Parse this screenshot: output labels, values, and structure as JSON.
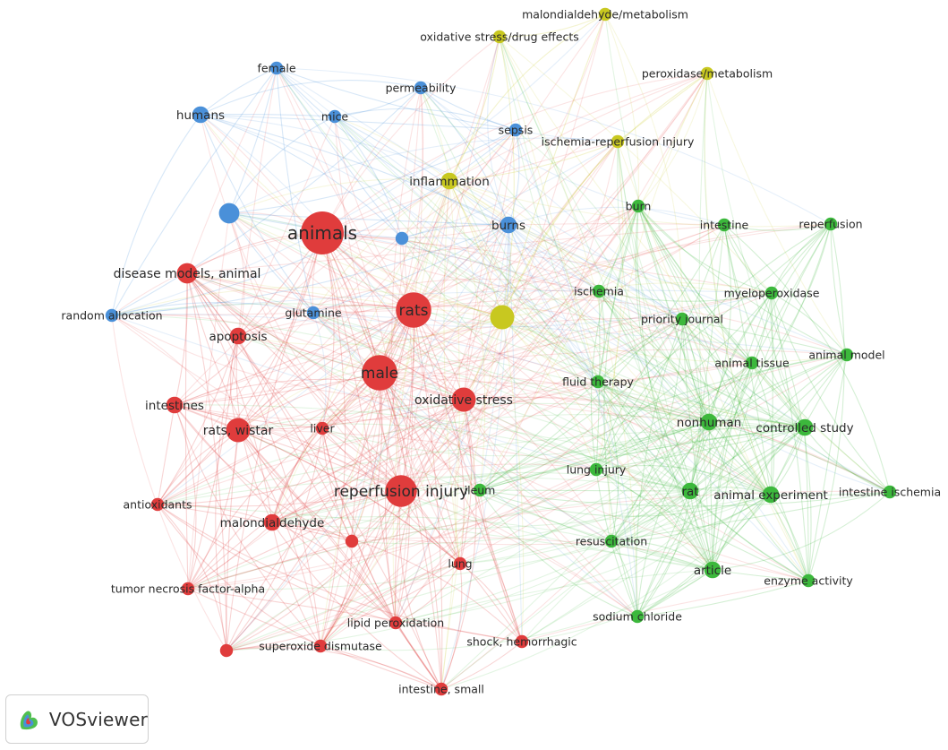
{
  "colors": {
    "cluster_red": "#e03c3c",
    "cluster_green": "#3cb83c",
    "cluster_blue": "#4a90d9",
    "cluster_yellow": "#c8c820",
    "label": "#2a2a2a",
    "background": "#ffffff"
  },
  "branding": {
    "logo_icon": "vosviewer-logo-icon",
    "label": "VOSviewer"
  },
  "nodes": [
    {
      "label": "animals",
      "cluster": "red",
      "weight": 10
    },
    {
      "label": "rats",
      "cluster": "red",
      "weight": 8
    },
    {
      "label": "male",
      "cluster": "red",
      "weight": 8
    },
    {
      "label": "reperfusion injury",
      "cluster": "red",
      "weight": 7
    },
    {
      "label": "disease models, animal",
      "cluster": "red",
      "weight": 4
    },
    {
      "label": "apoptosis",
      "cluster": "red",
      "weight": 3
    },
    {
      "label": "glutamine",
      "cluster": "blue",
      "weight": 2
    },
    {
      "label": "intestines",
      "cluster": "red",
      "weight": 3
    },
    {
      "label": "rats, wistar",
      "cluster": "red",
      "weight": 5
    },
    {
      "label": "liver",
      "cluster": "red",
      "weight": 2
    },
    {
      "label": "oxidative stress",
      "cluster": "red",
      "weight": 5
    },
    {
      "label": "antioxidants",
      "cluster": "red",
      "weight": 2
    },
    {
      "label": "malondialdehyde",
      "cluster": "red",
      "weight": 3
    },
    {
      "label": "",
      "cluster": "red",
      "weight": 2
    },
    {
      "label": "lung",
      "cluster": "red",
      "weight": 2
    },
    {
      "label": "tumor necrosis factor-alpha",
      "cluster": "red",
      "weight": 2
    },
    {
      "label": "lipid peroxidation",
      "cluster": "red",
      "weight": 2
    },
    {
      "label": "",
      "cluster": "red",
      "weight": 2
    },
    {
      "label": "superoxide dismutase",
      "cluster": "red",
      "weight": 2
    },
    {
      "label": "shock, hemorrhagic",
      "cluster": "red",
      "weight": 2
    },
    {
      "label": "intestine, small",
      "cluster": "red",
      "weight": 2
    },
    {
      "label": "female",
      "cluster": "blue",
      "weight": 2
    },
    {
      "label": "humans",
      "cluster": "blue",
      "weight": 3
    },
    {
      "label": "mice",
      "cluster": "blue",
      "weight": 2
    },
    {
      "label": "permeability",
      "cluster": "blue",
      "weight": 2
    },
    {
      "label": "",
      "cluster": "blue",
      "weight": 4
    },
    {
      "label": "random allocation",
      "cluster": "blue",
      "weight": 2
    },
    {
      "label": "",
      "cluster": "blue",
      "weight": 2
    },
    {
      "label": "sepsis",
      "cluster": "blue",
      "weight": 2
    },
    {
      "label": "burns",
      "cluster": "blue",
      "weight": 3
    },
    {
      "label": "malondialdehyde/metabolism",
      "cluster": "yellow",
      "weight": 2
    },
    {
      "label": "oxidative stress/drug effects",
      "cluster": "yellow",
      "weight": 2
    },
    {
      "label": "peroxidase/metabolism",
      "cluster": "yellow",
      "weight": 2
    },
    {
      "label": "ischemia-reperfusion injury",
      "cluster": "yellow",
      "weight": 2
    },
    {
      "label": "inflammation",
      "cluster": "yellow",
      "weight": 3
    },
    {
      "label": "",
      "cluster": "yellow",
      "weight": 5
    },
    {
      "label": "burn",
      "cluster": "green",
      "weight": 2
    },
    {
      "label": "intestine",
      "cluster": "green",
      "weight": 2
    },
    {
      "label": "reperfusion",
      "cluster": "green",
      "weight": 2
    },
    {
      "label": "ischemia",
      "cluster": "green",
      "weight": 2
    },
    {
      "label": "myeloperoxidase",
      "cluster": "green",
      "weight": 2
    },
    {
      "label": "priority journal",
      "cluster": "green",
      "weight": 2
    },
    {
      "label": "animal model",
      "cluster": "green",
      "weight": 2
    },
    {
      "label": "animal tissue",
      "cluster": "green",
      "weight": 2
    },
    {
      "label": "fluid therapy",
      "cluster": "green",
      "weight": 2
    },
    {
      "label": "nonhuman",
      "cluster": "green",
      "weight": 3
    },
    {
      "label": "controlled study",
      "cluster": "green",
      "weight": 3
    },
    {
      "label": "lung injury",
      "cluster": "green",
      "weight": 2
    },
    {
      "label": "ileum",
      "cluster": "green",
      "weight": 2
    },
    {
      "label": "rat",
      "cluster": "green",
      "weight": 3
    },
    {
      "label": "animal experiment",
      "cluster": "green",
      "weight": 3
    },
    {
      "label": "intestine ischemia",
      "cluster": "green",
      "weight": 2
    },
    {
      "label": "resuscitation",
      "cluster": "green",
      "weight": 2
    },
    {
      "label": "article",
      "cluster": "green",
      "weight": 3
    },
    {
      "label": "enzyme activity",
      "cluster": "green",
      "weight": 2
    },
    {
      "label": "sodium chloride",
      "cluster": "green",
      "weight": 2
    }
  ]
}
